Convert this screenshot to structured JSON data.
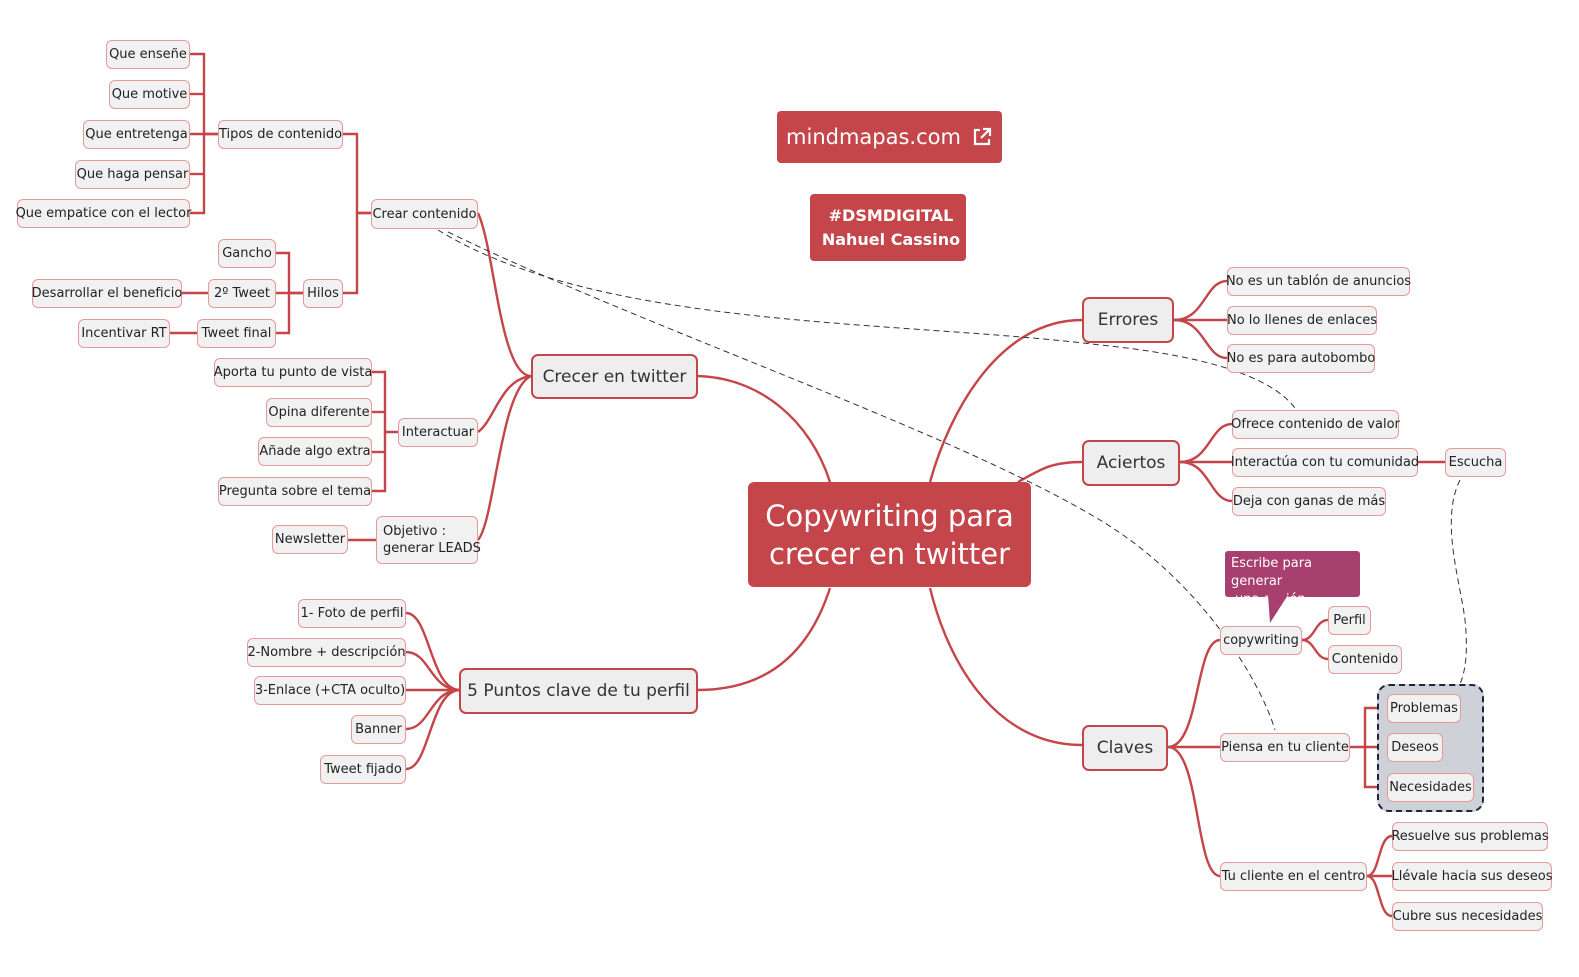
{
  "colors": {
    "accent": "#c4454a",
    "leaf_border": "#e59a9a",
    "callout": "#a8406f",
    "group_fill": "#cfd1d8"
  },
  "brand": {
    "site": "mindmapas.com",
    "site_icon": "external-link-icon",
    "tag_line1": "#DSMDIGITAL",
    "tag_line2": "Nahuel Cassino"
  },
  "center": {
    "line1": "Copywriting para",
    "line2": "crecer en twitter"
  },
  "branches": {
    "crecer": {
      "label": "Crecer en twitter",
      "crear_contenido": "Crear contenido",
      "tipos": {
        "label": "Tipos de contenido",
        "items": [
          "Que enseñe",
          "Que motive",
          "Que entretenga",
          "Que haga pensar",
          "Que empatice con el lector"
        ]
      },
      "hilos": {
        "label": "Hilos",
        "gancho": "Gancho",
        "segundo": "2º Tweet",
        "beneficio": "Desarrollar el beneficio",
        "final": "Tweet final",
        "rt": "Incentivar RT"
      },
      "interactuar": {
        "label": "Interactuar",
        "items": [
          "Aporta tu punto de vista",
          "Opina diferente",
          "Añade algo extra",
          "Pregunta sobre el tema"
        ]
      },
      "objetivo": {
        "line1": "Objetivo :",
        "line2": "generar LEADS",
        "newsletter": "Newsletter"
      }
    },
    "perfil": {
      "label": "5 Puntos clave de tu perfil",
      "items": [
        "1- Foto de perfil",
        "2-Nombre + descripción",
        "3-Enlace (+CTA oculto)",
        "Banner",
        "Tweet fijado"
      ]
    },
    "errores": {
      "label": "Errores",
      "items": [
        "No es un tablón de anuncios",
        "No lo llenes de enlaces",
        "No es para autobombo"
      ]
    },
    "aciertos": {
      "label": "Aciertos",
      "items": [
        "Ofrece contenido de valor",
        "Interactúa con tu comunidad",
        "Deja con ganas de más"
      ],
      "escucha": "Escucha"
    },
    "claves": {
      "label": "Claves",
      "copywriting": {
        "label": "copywriting",
        "callout_line1": "Escribe para generar",
        "callout_line2": "una acción",
        "items": [
          "Perfil",
          "Contenido"
        ]
      },
      "piensa": {
        "label": "Piensa en tu cliente",
        "items": [
          "Problemas",
          "Deseos",
          "Necesidades"
        ]
      },
      "centro": {
        "label": "Tu cliente en el centro",
        "items": [
          "Resuelve sus problemas",
          "Llévale hacia sus deseos",
          "Cubre sus necesidades"
        ]
      }
    }
  }
}
